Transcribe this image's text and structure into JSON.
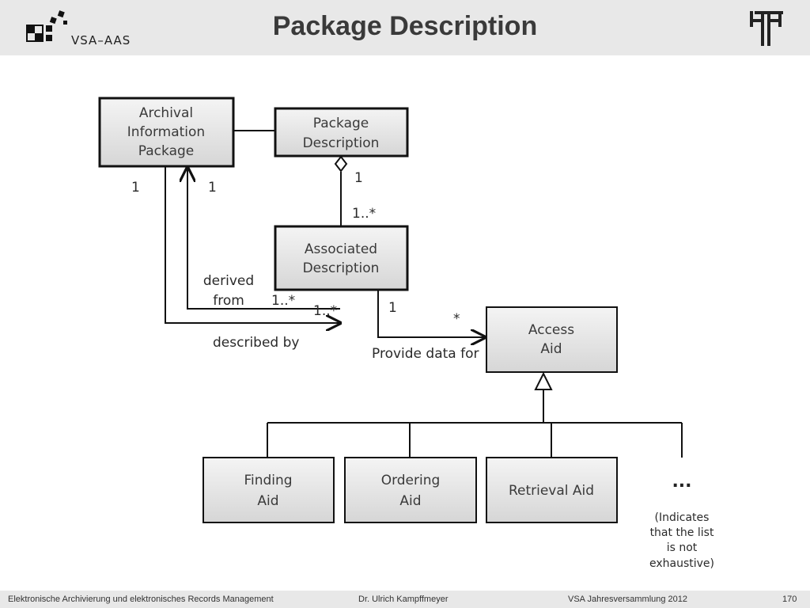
{
  "header": {
    "title": "Package Description",
    "logo_text": "VSA–AAS"
  },
  "boxes": {
    "aip": [
      "Archival",
      "Information",
      "Package"
    ],
    "package_description": [
      "Package",
      "Description"
    ],
    "associated_description": [
      "Associated",
      "Description"
    ],
    "access_aid": [
      "Access",
      "Aid"
    ],
    "finding_aid": [
      "Finding",
      "Aid"
    ],
    "ordering_aid": [
      "Ordering",
      "Aid"
    ],
    "retrieval_aid": [
      "Retrieval Aid"
    ]
  },
  "labels": {
    "mult_aip_left": "1",
    "mult_aip_right": "1",
    "mult_pd": "1",
    "mult_pd_assoc": "1..*",
    "derived": [
      "derived",
      "from"
    ],
    "mult_derived": "1..*",
    "mult_described": "1..*",
    "described_by": "described by",
    "mult_assoc_provide": "1",
    "mult_access_star": "*",
    "provide_data_for": "Provide data for",
    "ellipsis": "...",
    "note": [
      "(Indicates",
      "that the list",
      "is not",
      "exhaustive)"
    ]
  },
  "footer": {
    "left": "Elektronische Archivierung und elektronisches Records Management",
    "center": "Dr. Ulrich Kampffmeyer",
    "right": "VSA Jahresversammlung 2012",
    "page": "170"
  }
}
